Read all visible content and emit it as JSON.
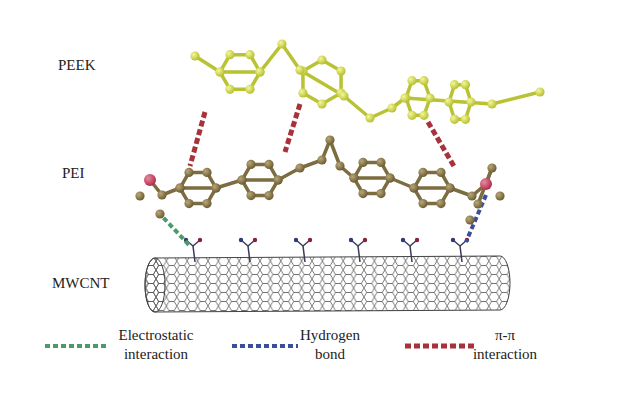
{
  "diagram": {
    "labels": [
      "PEEK",
      "PEI",
      "MWCNT"
    ],
    "legend": [
      {
        "text": "Electrostatic interaction"
      },
      {
        "text": "Hydrogen bond"
      },
      {
        "text": "π-π interaction"
      }
    ]
  }
}
